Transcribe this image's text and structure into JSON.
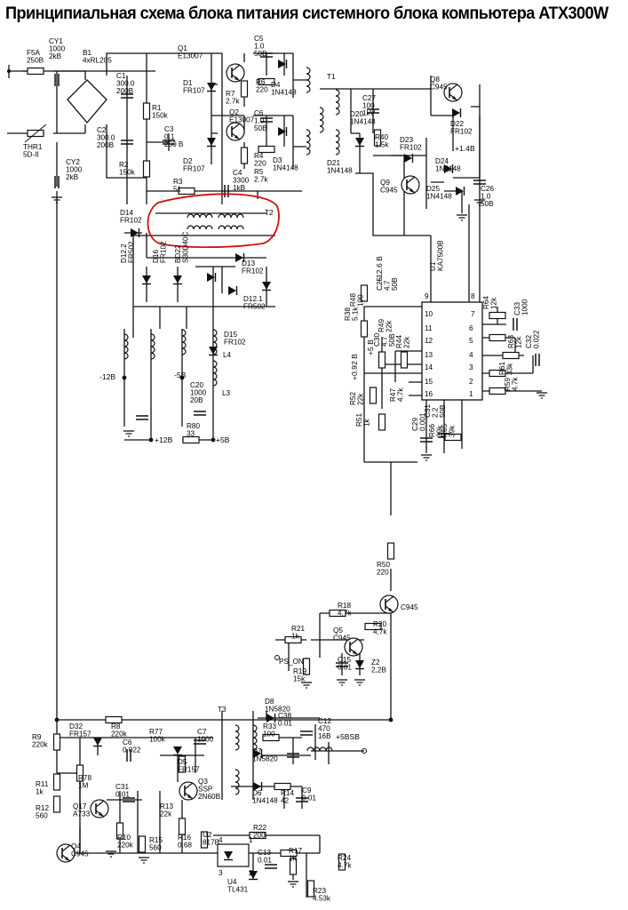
{
  "title": "Принципиальная схема блока питания системного блока компьютера ATX300W",
  "labels": {
    "f5a": [
      "F5A",
      "250B"
    ],
    "cy1": [
      "CY1",
      "1000",
      "2kB"
    ],
    "b1": [
      "B1",
      "4xRL205"
    ],
    "c1": [
      "C1",
      "300.0",
      "200B"
    ],
    "r1": [
      "R1",
      "150k"
    ],
    "c2": [
      "C2",
      "300.0",
      "200B"
    ],
    "r2": [
      "R2",
      "150k"
    ],
    "c3": [
      "C3",
      "0.1",
      "250 B"
    ],
    "thr1": [
      "THR1",
      "5D-II"
    ],
    "cy2": [
      "CY2",
      "1000",
      "2kB"
    ],
    "q1": [
      "Q1",
      "E13007"
    ],
    "d1": [
      "D1",
      "FR107"
    ],
    "c5": [
      "C5",
      "1.0",
      "50B"
    ],
    "r6": [
      "R6",
      "220"
    ],
    "r7": [
      "R7",
      "2.7k"
    ],
    "d4": [
      "D4",
      "1N4148"
    ],
    "q2": [
      "Q2",
      "E13007"
    ],
    "c6": [
      "C6",
      "1.0",
      "50B"
    ],
    "r4": [
      "R4",
      "220"
    ],
    "d3": [
      "D3",
      "1N4148"
    ],
    "d2": [
      "D2",
      "FR107"
    ],
    "r5": [
      "R5",
      "2.7k"
    ],
    "r3": [
      "R3",
      "51"
    ],
    "c4": [
      "C4",
      "3300",
      "1kB"
    ],
    "t2": "T2",
    "t1": "T1",
    "c27": [
      "C27",
      "100",
      "1kV"
    ],
    "d20": [
      "D20",
      "1N4148"
    ],
    "r40": [
      "R40",
      "1.5k"
    ],
    "d23": [
      "D23",
      "FR102"
    ],
    "d21": [
      "D21",
      "1N4148"
    ],
    "q8": [
      "Q8",
      "C945"
    ],
    "d22": [
      "D22",
      "FR102"
    ],
    "v14": "+1.4B",
    "d24": [
      "D24",
      "1N4148"
    ],
    "d25": [
      "D25",
      "1N4148"
    ],
    "c26": [
      "C26",
      "1.0",
      "50B"
    ],
    "q9": [
      "Q9",
      "C945"
    ],
    "d14": [
      "D14",
      "FR102"
    ],
    "d122": [
      "D12.2",
      "FR502"
    ],
    "d16": [
      "D16",
      "FR102"
    ],
    "bd22": [
      "BD22",
      "S30D40C"
    ],
    "d13": [
      "D13",
      "FR102"
    ],
    "d121": [
      "D12.1",
      "FR502"
    ],
    "d15": [
      "D15",
      "FR102"
    ],
    "l4": "L4",
    "l3": "L3",
    "v12n": "-12B",
    "v5n": "-5B",
    "c20": [
      "C20",
      "1000",
      "20B"
    ],
    "r80": [
      "R80",
      "33"
    ],
    "v12p": "+12B",
    "v5p": "+5B",
    "u1": [
      "U1",
      "KA7500B"
    ],
    "v126": "+12.6 B",
    "r38": [
      "R38",
      "5.1k"
    ],
    "r48": [
      "R48",
      "100"
    ],
    "c25": [
      "C25",
      "4.7",
      "50B"
    ],
    "c30": [
      "C30",
      "4.7",
      "50B"
    ],
    "r49": [
      "R49",
      "22k"
    ],
    "r44": [
      "R44",
      "22k"
    ],
    "v5": "+5 B",
    "v092": "+0.92 B",
    "r52": [
      "R52",
      "22k"
    ],
    "r47": [
      "R47",
      "4.7k"
    ],
    "r51": [
      "R51",
      "1k"
    ],
    "c29": [
      "C29",
      "0.001"
    ],
    "c31": [
      "C31",
      "2.2",
      "50B"
    ],
    "r66": [
      "R66",
      "39k"
    ],
    "r65": [
      "R65",
      "39k"
    ],
    "r64": [
      "R64",
      "12k"
    ],
    "c33": [
      "C33",
      "1000"
    ],
    "r63": [
      "R63",
      "12k"
    ],
    "c32": [
      "C32",
      "0.022"
    ],
    "r61": [
      "R61",
      "33k"
    ],
    "r59": [
      "R59",
      "4.7k"
    ],
    "pins": [
      "9",
      "10",
      "11",
      "12",
      "13",
      "14",
      "15",
      "16",
      "8",
      "7",
      "6",
      "5",
      "4",
      "3",
      "2",
      "1"
    ],
    "r50": [
      "R50",
      "220"
    ],
    "q_c945": "C945",
    "r18": [
      "R18",
      "4,7k"
    ],
    "r20": [
      "R20",
      "4,7k"
    ],
    "r21": [
      "R21",
      "1k"
    ],
    "q5": [
      "Q5",
      "C945"
    ],
    "ps_on": "PS_ON",
    "c15": [
      "C15",
      "0.01"
    ],
    "z2": [
      "Z2",
      "2,2B"
    ],
    "r19": [
      "R19",
      "15k"
    ],
    "t3": "T3",
    "d8": [
      "D8",
      "1N5820"
    ],
    "c12": [
      "C12",
      "470",
      "16B"
    ],
    "c38": [
      "C38",
      "0.01"
    ],
    "r33": [
      "R33",
      "100"
    ],
    "v5sb": "+5BSB",
    "d7": [
      "D7",
      "1N5820"
    ],
    "d6": [
      "D6",
      "1N4148"
    ],
    "r14": [
      "R14",
      "42"
    ],
    "c9": [
      "C9",
      "0.01"
    ],
    "d32": [
      "D32",
      "FR157"
    ],
    "r8": [
      "R8",
      "220k"
    ],
    "r9": [
      "R9",
      "220k"
    ],
    "c6b": [
      "C6",
      "0.022"
    ],
    "r77": [
      "R77",
      "100k"
    ],
    "c7": [
      "C7",
      "1000"
    ],
    "d5": [
      "D5",
      "FR157"
    ],
    "r78": [
      "R78",
      "1M"
    ],
    "r11": [
      "R11",
      "1k"
    ],
    "r12": [
      "R12",
      "560"
    ],
    "q17": [
      "Q17",
      "A733"
    ],
    "c31b": [
      "C31",
      "0.01"
    ],
    "q3": [
      "Q3",
      "SSP",
      "2N60B"
    ],
    "r13": [
      "R13",
      "22k"
    ],
    "r10": [
      "R10",
      "220k"
    ],
    "r15": [
      "R15",
      "560"
    ],
    "r16": [
      "R16",
      "0.68"
    ],
    "u2": [
      "U2",
      "817B"
    ],
    "q4": [
      "Q4",
      "C945"
    ],
    "r22": [
      "R22",
      "200"
    ],
    "c13": [
      "C13",
      "0.01"
    ],
    "r17": [
      "R17",
      "1k"
    ],
    "r24": [
      "R24",
      "4.7k"
    ],
    "u4": [
      "U4",
      "TL431"
    ],
    "r23": [
      "R23",
      "4.53k"
    ],
    "optopins": [
      "4",
      "1",
      "3",
      "2"
    ]
  }
}
